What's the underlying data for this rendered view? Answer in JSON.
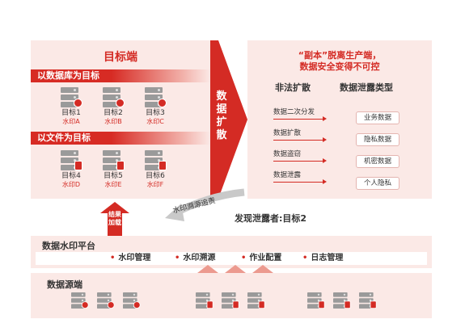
{
  "target": {
    "title": "目标端",
    "band_db": "以数据库为目标",
    "band_file": "以文件为目标",
    "items": [
      {
        "name": "目标1",
        "watermark": "水印A"
      },
      {
        "name": "目标2",
        "watermark": "水印B"
      },
      {
        "name": "目标3",
        "watermark": "水印C"
      },
      {
        "name": "目标4",
        "watermark": "水印D"
      },
      {
        "name": "目标5",
        "watermark": "水印E"
      },
      {
        "name": "目标6",
        "watermark": "水印F"
      }
    ]
  },
  "spread": {
    "label": "数据扩散"
  },
  "right": {
    "headline_1": "“副本”脱离生产端，",
    "headline_2": "数据安全变得不可控",
    "col_illegal": "非法扩散",
    "col_types": "数据泄露类型",
    "illegal": [
      "数据二次分发",
      "数据扩散",
      "数据盗窃",
      "数据泄露"
    ],
    "types": [
      "业务数据",
      "隐私数据",
      "机密数据",
      "个人隐私"
    ]
  },
  "trace": {
    "label": "水印溯源追责",
    "discover": "发现泄露者:目标2"
  },
  "result": {
    "label_1": "结果",
    "label_2": "加载"
  },
  "platform": {
    "title": "数据水印平台",
    "modules": [
      "水印管理",
      "水印溯源",
      "作业配置",
      "日志管理"
    ]
  },
  "source": {
    "title": "数据源端"
  },
  "colors": {
    "accent": "#d42b24",
    "panel": "#fbe9e6"
  }
}
